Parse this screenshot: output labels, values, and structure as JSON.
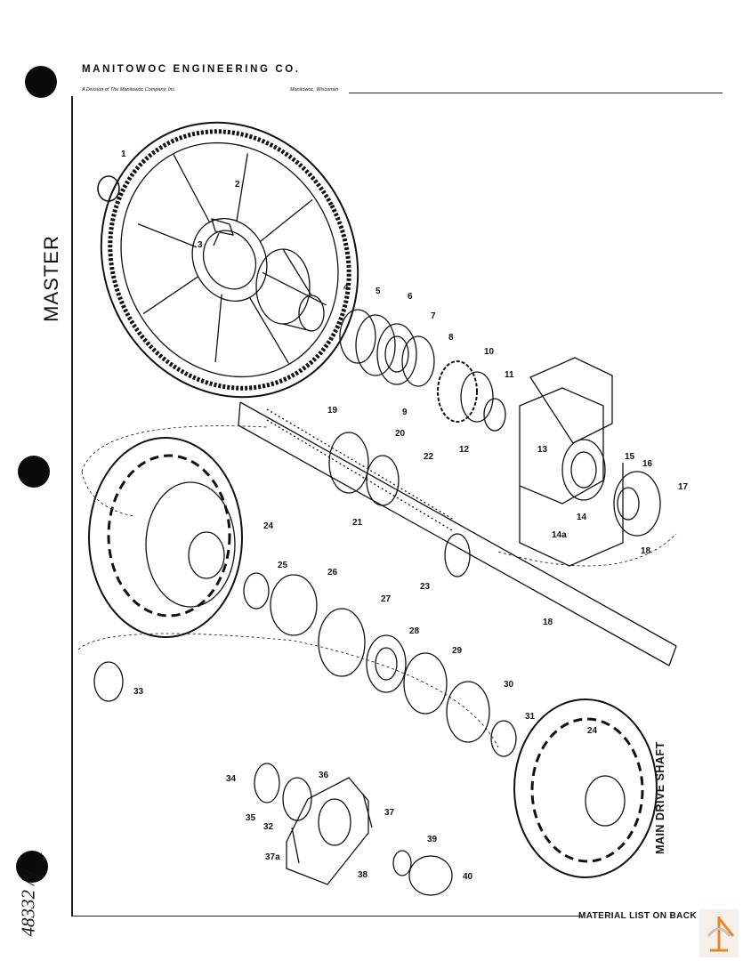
{
  "header": {
    "company": "MANITOWOC ENGINEERING CO.",
    "division": "A Division of The Manitowoc Company, Inc.",
    "location": "Manitowoc, Wisconsin"
  },
  "side_stamp": "MASTER",
  "doc_number": "48332A1",
  "handwritten_number": "48332 ///",
  "footer_note": "MATERIAL LIST ON BACK",
  "sheet_title": "MAIN DRIVE SHAFT",
  "callouts": [
    "1",
    "2",
    "3",
    "4",
    "5",
    "6",
    "7",
    "8",
    "9",
    "10",
    "11",
    "12",
    "13",
    "14",
    "14a",
    "15",
    "16",
    "17",
    "18",
    "18",
    "19",
    "20",
    "21",
    "22",
    "23",
    "24",
    "24",
    "25",
    "26",
    "27",
    "28",
    "29",
    "30",
    "31",
    "32",
    "33",
    "34",
    "35",
    "36",
    "37",
    "37a",
    "38",
    "39",
    "40"
  ],
  "colors": {
    "ink": "#111111",
    "paper": "#ffffff",
    "logo_accent": "#e08a2a"
  }
}
